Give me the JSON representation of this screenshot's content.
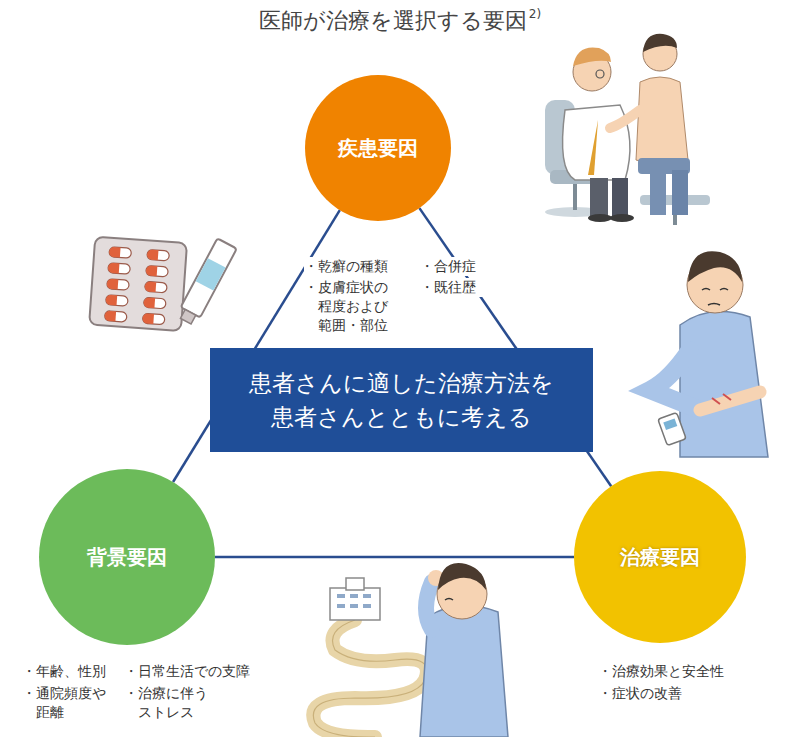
{
  "diagram": {
    "title": "医師が治療を選択する要因",
    "nodes": [
      {
        "text": [
          "疾患要因",
          "・乾癬の種類",
          "・皮膚症状の 程度および 範囲・部位",
          "・合併症",
          "・既往歴"
        ]
      },
      {
        "text": [
          "患者さんに適した治療方法を 患者さんとともに考える"
        ]
      },
      {
        "text": [
          "背景要因",
          "・年齢、性別",
          "・通院頻度や 距離",
          "・日常生活での支障",
          "・治療に伴う ストレス"
        ]
      },
      {
        "text": [
          "治療要因",
          "・治療効果と安全性",
          "・症状の改善"
        ]
      }
    ],
    "edges": [
      {
        "from": 0,
        "to": 2,
        "arrow": "none"
      },
      {
        "from": 0,
        "to": 3,
        "arrow": "none"
      },
      {
        "from": 2,
        "to": 3,
        "arrow": "none"
      }
    ],
    "labels": [
      "2)"
    ]
  }
}
